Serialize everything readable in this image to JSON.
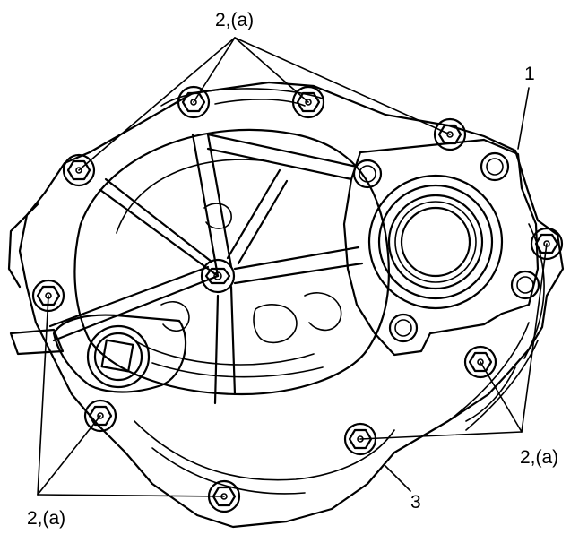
{
  "labels": {
    "top": "2,(a)",
    "right": "2,(a)",
    "bottom_left": "2,(a)",
    "part_1": "1",
    "part_3": "3"
  }
}
